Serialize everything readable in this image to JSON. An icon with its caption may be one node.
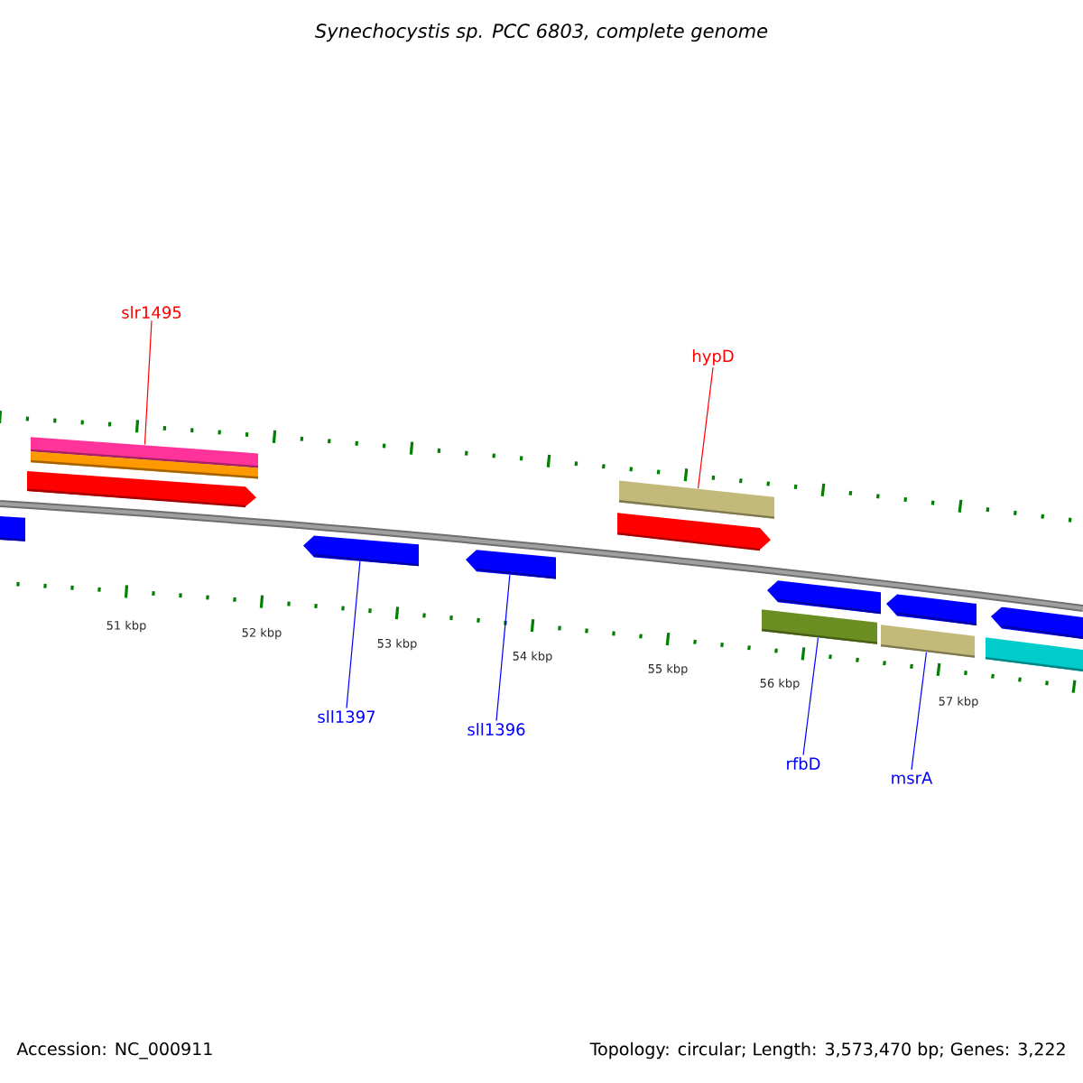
{
  "diagram": {
    "title": "Synechocystis sp. PCC 6803, complete genome",
    "nodes": [
      {
        "text": [
          "slr1495"
        ]
      },
      {
        "text": [
          "hypD"
        ]
      },
      {
        "text": [
          "sll1397"
        ]
      },
      {
        "text": [
          "sll1396"
        ]
      },
      {
        "text": [
          "rfbD"
        ]
      },
      {
        "text": [
          "msrA"
        ]
      },
      {
        "text": [],
        "shape": "bar"
      },
      {
        "text": [],
        "shape": "bar"
      },
      {
        "text": [],
        "shape": "pentagon"
      },
      {
        "text": [],
        "shape": "bar"
      },
      {
        "text": [],
        "shape": "pentagon"
      },
      {
        "text": [],
        "shape": "pentagon"
      },
      {
        "text": [],
        "shape": "bar"
      },
      {
        "text": [],
        "shape": "pentagon"
      },
      {
        "text": [],
        "shape": "pentagon"
      },
      {
        "text": [],
        "shape": "bar"
      },
      {
        "text": [],
        "shape": "pentagon"
      },
      {
        "text": [],
        "shape": "bar"
      },
      {
        "text": [],
        "shape": "pentagon"
      },
      {
        "text": [],
        "shape": "bar"
      }
    ],
    "edges": [
      {
        "from": 0,
        "to": 6,
        "arrow": "none",
        "color": "#ff0000"
      },
      {
        "from": 1,
        "to": 12,
        "arrow": "none",
        "color": "#ff0000"
      },
      {
        "from": 2,
        "to": 10,
        "arrow": "none"
      },
      {
        "from": 3,
        "to": 11,
        "arrow": "none"
      },
      {
        "from": 4,
        "to": 15,
        "arrow": "none"
      },
      {
        "from": 5,
        "to": 17,
        "arrow": "none"
      }
    ],
    "labels": [
      "51 kbp",
      "52 kbp",
      "53 kbp",
      "54 kbp",
      "55 kbp",
      "56 kbp",
      "57 kbp",
      "Accession: NC_000911",
      "Topology: circular; Length: 3,573,470 bp; Genes: 3,222"
    ]
  }
}
